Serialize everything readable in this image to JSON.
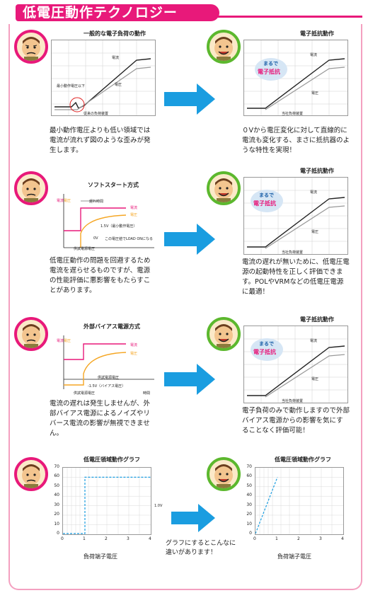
{
  "page": {
    "title": "低電圧動作テクノロジー"
  },
  "colors": {
    "pink": "#e8197a",
    "green": "#5cb82e",
    "arrow": "#1a9de0",
    "orange": "#f5a623"
  },
  "row1": {
    "left_title": "一般的な電子負荷の動作",
    "left_labels": {
      "current": "電流",
      "voltage": "電圧",
      "min_v": "最小動作電圧以下",
      "conventional": "従来の負荷装置"
    },
    "left_desc": "最小動作電圧よりも低い領域では電流が流れず図のような歪みが発生します。",
    "right_title": "電子抵抗動作",
    "right_labels": {
      "current": "電流",
      "voltage": "電圧",
      "company": "当社負荷装置",
      "badge_top": "まるで",
      "badge_bottom": "電子抵抗"
    },
    "right_desc": "０Vから電圧変化に対して直線的に電流も変化する、まさに抵抗器のような特性を実現！"
  },
  "row2": {
    "left_title": "ソフトスタート方式",
    "left_labels": {
      "current_v": "電流",
      "voltage_v": "電圧",
      "delay": "遅れ時間",
      "current": "電流",
      "voltage": "電圧",
      "min_v": "1.5V（最小動作電圧）",
      "zero_v": "0V",
      "load_on": "この電圧値でLOAD ONになる",
      "source_v": "供試電源電圧"
    },
    "left_desc": "低電圧動作の問題を回避するため電流を遅らせるものですが、電源の性能評価に悪影響をもたらすことがあります。",
    "right_title": "電子抵抗動作",
    "right_labels": {
      "current": "電流",
      "voltage": "電圧",
      "company": "当社負荷装置",
      "badge_top": "まるで",
      "badge_bottom": "電子抵抗"
    },
    "right_desc": "電流の遅れが無いために、低電圧電源の起動特性を正しく評価できます。POLやVRMなどの低電圧電源に最適！"
  },
  "row3": {
    "left_title": "外部バイアス電源方式",
    "left_labels": {
      "current_v": "電流",
      "voltage_v": "電圧",
      "current": "電流",
      "voltage": "電圧",
      "test_v": "供試電源電圧",
      "bias": "-1.5V（バイアス電圧）",
      "time": "時間",
      "source_v": "供試電源電圧"
    },
    "left_desc": "電流の遅れは発生しませんが、外部バイアス電源によるノイズやリバース電流の影響が無視できません。",
    "right_title": "電子抵抗動作",
    "right_labels": {
      "current": "電流",
      "voltage": "電圧",
      "company": "当社負荷装置",
      "badge_top": "まるで",
      "badge_bottom": "電子抵抗"
    },
    "right_desc": "電子負荷のみで動作しますので外部バイアス電源からの影響を気にすることなく評価可能！"
  },
  "row4": {
    "left_title": "低電圧領域動作グラフ",
    "right_title": "低電圧領域動作グラフ",
    "left_annotation": "1.0V",
    "y_ticks": [
      "70",
      "60",
      "50",
      "40",
      "30",
      "20",
      "10",
      "0"
    ],
    "x_ticks": [
      "0",
      "1",
      "2",
      "3",
      "4"
    ],
    "x_label_left": "負荷端子電圧",
    "x_label_right": "負荷端子電圧",
    "middle_note": "グラフにするとこんなに違いがあります！"
  }
}
